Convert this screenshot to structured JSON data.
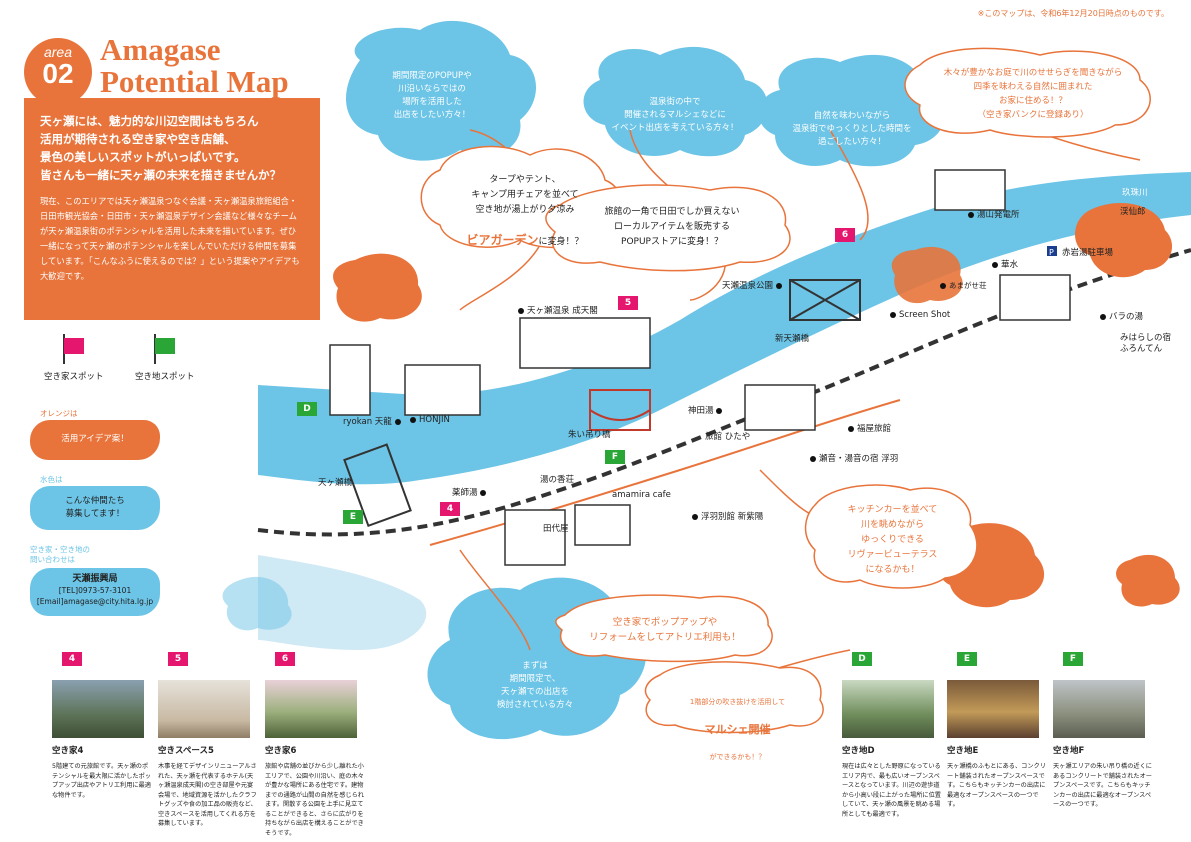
{
  "note": "※このマップは、令和6年12月20日時点のものです。",
  "header": {
    "badge_area": "area",
    "badge_num": "02",
    "title_line1": "Amagase",
    "title_line2": "Potential Map"
  },
  "intro": {
    "lead": "天ヶ瀬には、魅力的な川辺空間はもちろん\n活用が期待される空き家や空き店舗、\n景色の美しいスポットがいっぱいです。\n皆さんも一緒に天ヶ瀬の未来を描きませんか？",
    "body": "現在、このエリアでは天ヶ瀬温泉つなぐ会議・天ヶ瀬温泉旅館組合・日田市観光協会・日田市・天ヶ瀬温泉デザイン会議など様々なチームが天ヶ瀬温泉街のポテンシャルを活用した未来を描いています。ぜひ一緒になって天ヶ瀬のポテンシャルを楽しんでいただける仲間を募集しています。「こんなふうに使えるのでは？」という提案やアイデアも大歓迎です。"
  },
  "legend": {
    "akiya": "空き家スポット",
    "akichi": "空き地スポット",
    "orange_cap": "オレンジは",
    "orange_text": "活用アイデア案！",
    "blue_cap": "水色は",
    "blue_text": "こんな仲間たち\n募集してます！",
    "contact_cap": "空き家・空き地の\n問い合わせは",
    "contact_org": "天瀬振興局",
    "contact_tel": "[TEL]0973-57-3101",
    "contact_email": "[Email]amagase@city.hita.lg.jp"
  },
  "colors": {
    "orange": "#e8743b",
    "blue": "#6cc4e6",
    "pink": "#e4166e",
    "green": "#29a635"
  },
  "clouds": [
    "期間限定のPOPUPや\n川沿いならではの\n場所を活用した\n出店をしたい方々！",
    "温泉街の中で\n開催されるマルシェなどに\nイベント出店を考えている方々！",
    "自然を味わいながら\n温泉街でゆっくりとした時間を\n過ごしたい方々！",
    "まずは\n期間限定で、\n天ヶ瀬での出店を\n検討されている方々"
  ],
  "bubbles": {
    "beer": "タープやテント、\nキャンプ用チェアを並べて\n空き地が湯上がり夕涼み",
    "beer_big": "ビアガーデン",
    "beer_end": "に変身！？",
    "popup": "旅館の一角で日田でしか買えない\nローカルアイテムを販売する\nPOPUPストアに変身！？",
    "akiya_bank": "木々が豊かなお庭で川のせせらぎを聞きながら\n四季を味わえる自然に囲まれた\nお家に住める！？\n（空き家バンクに登録あり）",
    "kitchen": "キッチンカーを並べて\n川を眺めながら\nゆっくりできる\nリヴァービューテラス\nになるかも！",
    "atelier": "空き家でポップアップや\nリフォームをしてアトリエ利用も！",
    "marche_small": "1階部分の吹き抜けを活用して",
    "marche_big": "マルシェ開催",
    "marche_end": "ができるかも！？"
  },
  "places": {
    "yusan": "湯山発電所",
    "kusemi": "渓仙郎",
    "parking": "赤岩湯駐車場",
    "kusemigawa": "玖珠川",
    "hanamizu": "華水",
    "park": "天瀬温泉公園",
    "amagase_sou": "あまがせ荘",
    "screen": "Screen Shot",
    "bara": "バラの湯",
    "mihara": "みはらしの宿\nふろんてん",
    "shintenbashi": "新天瀬橋",
    "seiseikaku": "天ヶ瀬温泉 成天閣",
    "ryokan_tenryu": "ryokan 天龍",
    "honjin": "HONJIN",
    "amagasebashi": "天ヶ瀬橋",
    "yakushiyu": "薬師湯",
    "yunokaki": "湯の香荘",
    "kamitsuri": "朱い吊り橋",
    "jindaiyu": "神田湯",
    "hitaya": "旅館 ひたや",
    "fukuya": "福屋旅館",
    "seseragi": "瀬音・湯音の宿 浮羽",
    "amamira": "amamira cafe",
    "tashiroya": "田代屋",
    "ukiha": "浮羽別館 新紫陽"
  },
  "spot_flags": [
    "4",
    "5",
    "6",
    "D",
    "E",
    "F"
  ],
  "cards": [
    {
      "flag": "4",
      "title": "空き家4",
      "desc": "5階建ての元旅館です。天ヶ瀬のポテンシャルを最大限に活かしたポップアップ出店やアトリエ利用に最適な物件です。"
    },
    {
      "flag": "5",
      "title": "空きスペース5",
      "desc": "木事を経てデザインリニューアルされた、天ヶ瀬を代表するホテル(天ヶ瀬温泉成天閣)の空き部屋や元宴会場で、地域資源を活かしたクラフトグッズや食の加工品の販売など、空きスペースを活用してくれる方を募集しています。"
    },
    {
      "flag": "6",
      "title": "空き家6",
      "desc": "旅館や店舗の並びから少し離れた小エリアで、公園や川沿い、庭の木々が豊かな場所にある住宅です。建物までの通路が山間の自然を感じられます。閑散する公園を上手に見立てることができると、さらに広がりを持ちながら出店を構えることができそうです。"
    },
    {
      "flag": "D",
      "title": "空き地D",
      "desc": "現在は広々とした野原になっているエリア内で、最も広いオープンスペースとなっています。川辺の遊歩道から小高い段に上がった場所に位置していて、天ヶ瀬の風景を眺める場所としても最適です。"
    },
    {
      "flag": "E",
      "title": "空き地E",
      "desc": "天ヶ瀬橋のふもとにある、コンクリート舗装されたオープンスペースです。こちらもキッチンカーの出店に最適なオープンスペースの一つです。"
    },
    {
      "flag": "F",
      "title": "空き地F",
      "desc": "天ヶ瀬エリアの朱い吊り橋の近くにあるコンクリートで舗装されたオープンスペースです。こちらもキッチンカーの出店に最適なオープンスペースの一つです。"
    }
  ]
}
